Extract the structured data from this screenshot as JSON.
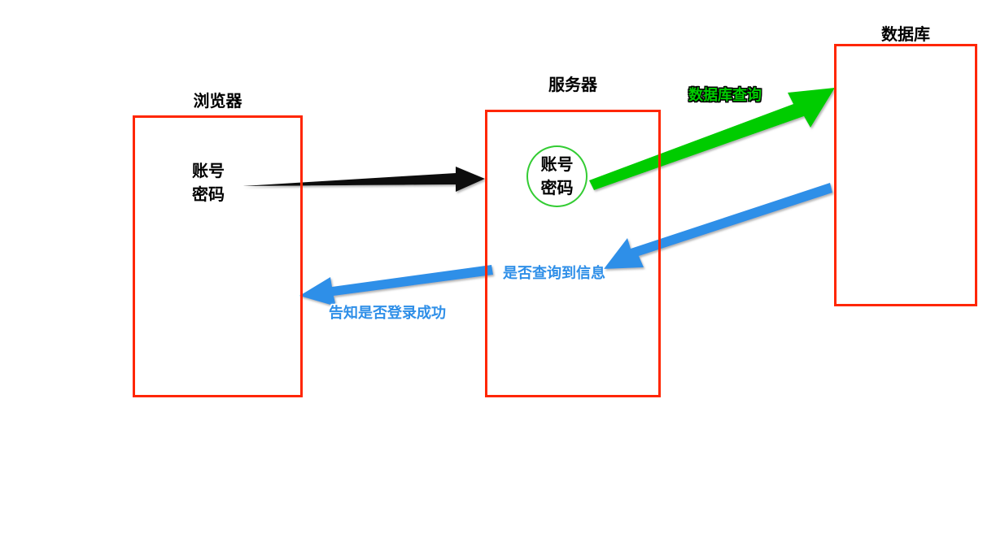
{
  "diagram": {
    "title_hidden": "",
    "background_color": "#ffffff",
    "nodes": [
      {
        "id": "browser",
        "title": "浏览器",
        "border_color": "#ff2600",
        "inner_lines": [
          "账号",
          "密码"
        ]
      },
      {
        "id": "server",
        "title": "服务器",
        "border_color": "#ff2600",
        "circle": {
          "border_color": "#33cc33",
          "lines": [
            "账号",
            "密码"
          ]
        }
      },
      {
        "id": "database",
        "title": "数据库",
        "border_color": "#ff2600",
        "inner_lines": []
      }
    ],
    "arrows": [
      {
        "id": "credentials-to-server",
        "label": "",
        "color": "#111111",
        "from": "browser",
        "to": "server"
      },
      {
        "id": "database-query",
        "label": "数据库查询",
        "color": "#00cc00",
        "from": "server",
        "to": "database"
      },
      {
        "id": "query-result",
        "label": "是否查询到信息",
        "color": "#2f8fe8",
        "from": "database",
        "to": "server"
      },
      {
        "id": "login-result",
        "label": "告知是否登录成功",
        "color": "#2f8fe8",
        "from": "server",
        "to": "browser"
      }
    ]
  }
}
